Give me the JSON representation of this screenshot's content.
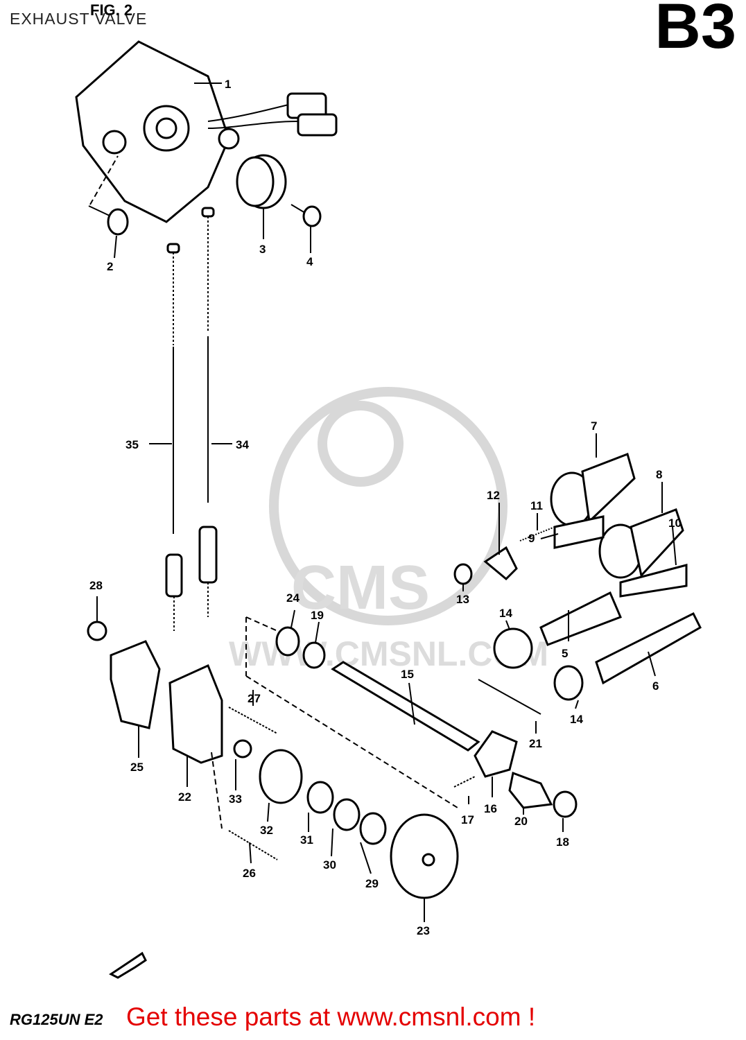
{
  "header": {
    "title": "EXHAUST VALVE",
    "figure": "FIG. 2",
    "code": "B3"
  },
  "footer": {
    "model": "RG125UN E2",
    "promo": "Get these parts at www.cmsnl.com !"
  },
  "watermark": {
    "brand": "CMS",
    "url": "WWW.CMSNL.COM"
  },
  "parts": [
    {
      "id": "p1",
      "label": "1"
    },
    {
      "id": "p2",
      "label": "2"
    },
    {
      "id": "p3",
      "label": "3"
    },
    {
      "id": "p4",
      "label": "4"
    },
    {
      "id": "p5",
      "label": "5"
    },
    {
      "id": "p6",
      "label": "6"
    },
    {
      "id": "p7",
      "label": "7"
    },
    {
      "id": "p8",
      "label": "8"
    },
    {
      "id": "p9",
      "label": "9"
    },
    {
      "id": "p10",
      "label": "10"
    },
    {
      "id": "p11",
      "label": "11"
    },
    {
      "id": "p12",
      "label": "12"
    },
    {
      "id": "p13",
      "label": "13"
    },
    {
      "id": "p14a",
      "label": "14"
    },
    {
      "id": "p14b",
      "label": "14"
    },
    {
      "id": "p15",
      "label": "15"
    },
    {
      "id": "p16",
      "label": "16"
    },
    {
      "id": "p17",
      "label": "17"
    },
    {
      "id": "p18",
      "label": "18"
    },
    {
      "id": "p19",
      "label": "19"
    },
    {
      "id": "p20",
      "label": "20"
    },
    {
      "id": "p21",
      "label": "21"
    },
    {
      "id": "p22",
      "label": "22"
    },
    {
      "id": "p23",
      "label": "23"
    },
    {
      "id": "p24",
      "label": "24"
    },
    {
      "id": "p25",
      "label": "25"
    },
    {
      "id": "p26",
      "label": "26"
    },
    {
      "id": "p27",
      "label": "27"
    },
    {
      "id": "p28",
      "label": "28"
    },
    {
      "id": "p29",
      "label": "29"
    },
    {
      "id": "p30",
      "label": "30"
    },
    {
      "id": "p31",
      "label": "31"
    },
    {
      "id": "p32",
      "label": "32"
    },
    {
      "id": "p33",
      "label": "33"
    },
    {
      "id": "p34",
      "label": "34"
    },
    {
      "id": "p35",
      "label": "35"
    }
  ]
}
